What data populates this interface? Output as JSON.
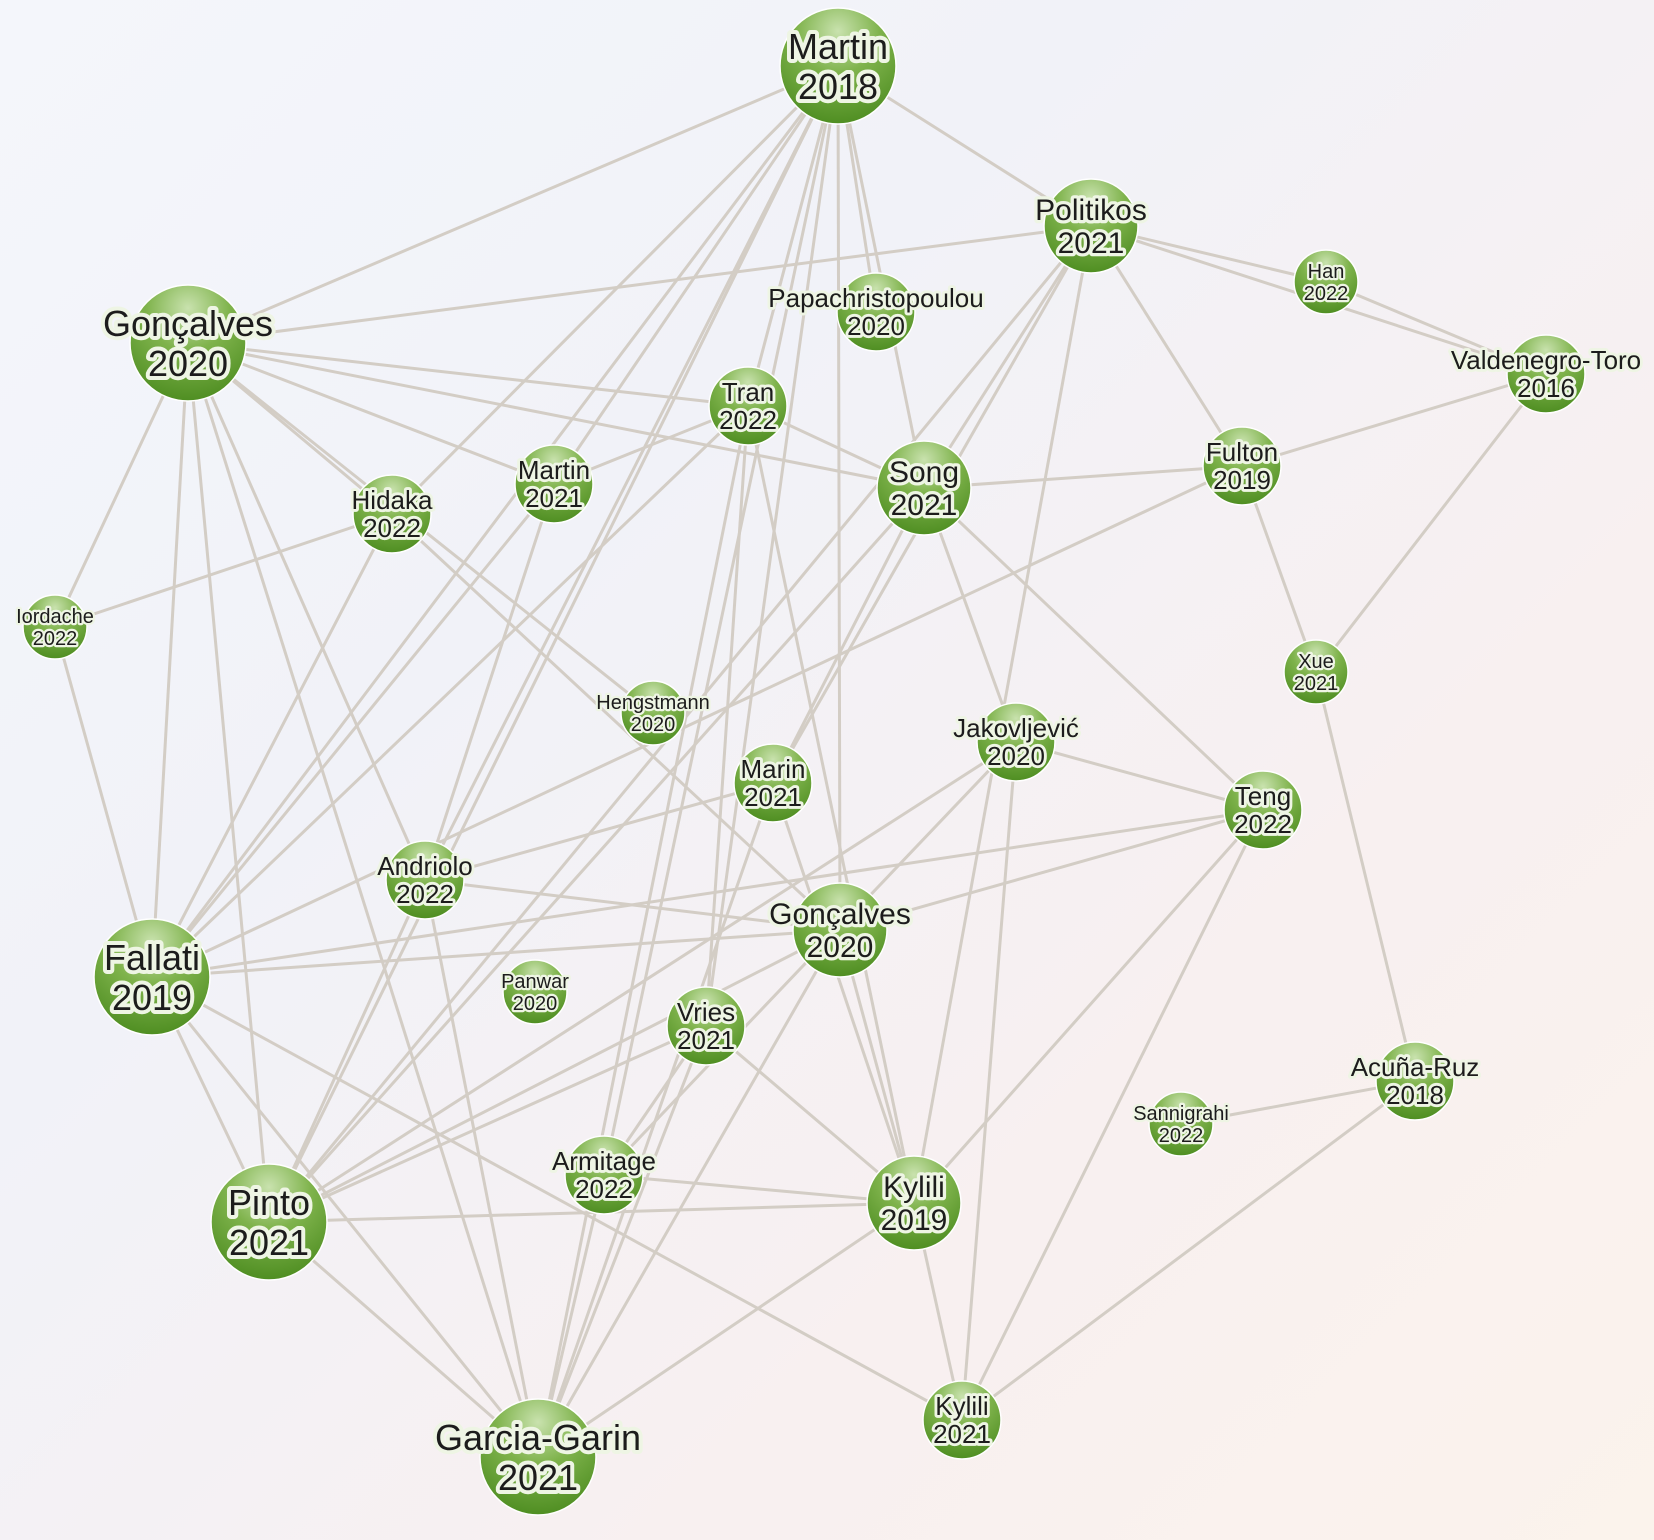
{
  "nodes": [
    {
      "id": "martin2018",
      "name": "Martin",
      "year": "2018",
      "size": "large"
    },
    {
      "id": "politikos2021",
      "name": "Politikos",
      "year": "2021",
      "size": "medium"
    },
    {
      "id": "han2022",
      "name": "Han",
      "year": "2022",
      "size": "tiny"
    },
    {
      "id": "valdenegro2016",
      "name": "Valdenegro-Toro",
      "year": "2016",
      "size": "small"
    },
    {
      "id": "papachristopoulou2020",
      "name": "Papachristopoulou",
      "year": "2020",
      "size": "small"
    },
    {
      "id": "goncalves2020a",
      "name": "Gonçalves",
      "year": "2020",
      "size": "large"
    },
    {
      "id": "tran2022",
      "name": "Tran",
      "year": "2022",
      "size": "small"
    },
    {
      "id": "martin2021",
      "name": "Martin",
      "year": "2021",
      "size": "small"
    },
    {
      "id": "song2021",
      "name": "Song",
      "year": "2021",
      "size": "medium"
    },
    {
      "id": "fulton2019",
      "name": "Fulton",
      "year": "2019",
      "size": "small"
    },
    {
      "id": "hidaka2022",
      "name": "Hidaka",
      "year": "2022",
      "size": "small"
    },
    {
      "id": "iordache2022",
      "name": "Iordache",
      "year": "2022",
      "size": "tiny"
    },
    {
      "id": "xue2021",
      "name": "Xue",
      "year": "2021",
      "size": "tiny"
    },
    {
      "id": "hengstmann2020",
      "name": "Hengstmann",
      "year": "2020",
      "size": "tiny"
    },
    {
      "id": "marin2021",
      "name": "Marin",
      "year": "2021",
      "size": "small"
    },
    {
      "id": "jakovljevic2020",
      "name": "Jakovljević",
      "year": "2020",
      "size": "small"
    },
    {
      "id": "teng2022",
      "name": "Teng",
      "year": "2022",
      "size": "small"
    },
    {
      "id": "andriolo2022",
      "name": "Andriolo",
      "year": "2022",
      "size": "small"
    },
    {
      "id": "goncalves2020b",
      "name": "Gonçalves",
      "year": "2020",
      "size": "medium"
    },
    {
      "id": "fallati2019",
      "name": "Fallati",
      "year": "2019",
      "size": "large"
    },
    {
      "id": "panwar2020",
      "name": "Panwar",
      "year": "2020",
      "size": "tiny"
    },
    {
      "id": "vries2021",
      "name": "Vries",
      "year": "2021",
      "size": "small"
    },
    {
      "id": "acunaruz2018",
      "name": "Acuña-Ruz",
      "year": "2018",
      "size": "small"
    },
    {
      "id": "sannigrahi2022",
      "name": "Sannigrahi",
      "year": "2022",
      "size": "tiny"
    },
    {
      "id": "armitage2022",
      "name": "Armitage",
      "year": "2022",
      "size": "small"
    },
    {
      "id": "kylili2019",
      "name": "Kylili",
      "year": "2019",
      "size": "medium"
    },
    {
      "id": "pinto2021",
      "name": "Pinto",
      "year": "2021",
      "size": "large"
    },
    {
      "id": "kylili2021",
      "name": "Kylili",
      "year": "2021",
      "size": "small"
    },
    {
      "id": "garciagarin2021",
      "name": "Garcia-Garin",
      "year": "2021",
      "size": "large"
    }
  ],
  "edges": [
    [
      "martin2018",
      "goncalves2020a"
    ],
    [
      "martin2018",
      "politikos2021"
    ],
    [
      "martin2018",
      "tran2022"
    ],
    [
      "martin2018",
      "papachristopoulou2020"
    ],
    [
      "martin2018",
      "song2021"
    ],
    [
      "martin2018",
      "martin2021"
    ],
    [
      "martin2018",
      "hidaka2022"
    ],
    [
      "martin2018",
      "goncalves2020b"
    ],
    [
      "martin2018",
      "fallati2019"
    ],
    [
      "martin2018",
      "pinto2021"
    ],
    [
      "martin2018",
      "andriolo2022"
    ],
    [
      "martin2018",
      "vries2021"
    ],
    [
      "martin2018",
      "armitage2022"
    ],
    [
      "politikos2021",
      "han2022"
    ],
    [
      "politikos2021",
      "valdenegro2016"
    ],
    [
      "politikos2021",
      "fulton2019"
    ],
    [
      "politikos2021",
      "song2021"
    ],
    [
      "politikos2021",
      "goncalves2020a"
    ],
    [
      "politikos2021",
      "marin2021"
    ],
    [
      "politikos2021",
      "pinto2021"
    ],
    [
      "politikos2021",
      "kylili2019"
    ],
    [
      "han2022",
      "valdenegro2016"
    ],
    [
      "valdenegro2016",
      "fulton2019"
    ],
    [
      "valdenegro2016",
      "xue2021"
    ],
    [
      "goncalves2020a",
      "tran2022"
    ],
    [
      "goncalves2020a",
      "martin2021"
    ],
    [
      "goncalves2020a",
      "song2021"
    ],
    [
      "goncalves2020a",
      "hidaka2022"
    ],
    [
      "goncalves2020a",
      "iordache2022"
    ],
    [
      "goncalves2020a",
      "fallati2019"
    ],
    [
      "goncalves2020a",
      "pinto2021"
    ],
    [
      "goncalves2020a",
      "andriolo2022"
    ],
    [
      "goncalves2020a",
      "garciagarin2021"
    ],
    [
      "goncalves2020a",
      "hengstmann2020"
    ],
    [
      "tran2022",
      "song2021"
    ],
    [
      "tran2022",
      "martin2021"
    ],
    [
      "tran2022",
      "fallati2019"
    ],
    [
      "tran2022",
      "kylili2019"
    ],
    [
      "tran2022",
      "garciagarin2021"
    ],
    [
      "tran2022",
      "vries2021"
    ],
    [
      "martin2021",
      "fallati2019"
    ],
    [
      "martin2021",
      "andriolo2022"
    ],
    [
      "song2021",
      "fulton2019"
    ],
    [
      "song2021",
      "teng2022"
    ],
    [
      "song2021",
      "jakovljevic2020"
    ],
    [
      "song2021",
      "marin2021"
    ],
    [
      "song2021",
      "pinto2021"
    ],
    [
      "fulton2019",
      "xue2021"
    ],
    [
      "fulton2019",
      "fallati2019"
    ],
    [
      "hidaka2022",
      "iordache2022"
    ],
    [
      "hidaka2022",
      "goncalves2020b"
    ],
    [
      "hidaka2022",
      "fallati2019"
    ],
    [
      "iordache2022",
      "fallati2019"
    ],
    [
      "xue2021",
      "acunaruz2018"
    ],
    [
      "marin2021",
      "andriolo2022"
    ],
    [
      "marin2021",
      "garciagarin2021"
    ],
    [
      "marin2021",
      "kylili2019"
    ],
    [
      "jakovljevic2020",
      "teng2022"
    ],
    [
      "jakovljevic2020",
      "kylili2021"
    ],
    [
      "jakovljevic2020",
      "armitage2022"
    ],
    [
      "jakovljevic2020",
      "pinto2021"
    ],
    [
      "teng2022",
      "fallati2019"
    ],
    [
      "teng2022",
      "goncalves2020b"
    ],
    [
      "teng2022",
      "kylili2021"
    ],
    [
      "teng2022",
      "kylili2019"
    ],
    [
      "andriolo2022",
      "goncalves2020b"
    ],
    [
      "andriolo2022",
      "pinto2021"
    ],
    [
      "andriolo2022",
      "garciagarin2021"
    ],
    [
      "goncalves2020b",
      "fallati2019"
    ],
    [
      "goncalves2020b",
      "pinto2021"
    ],
    [
      "goncalves2020b",
      "garciagarin2021"
    ],
    [
      "goncalves2020b",
      "kylili2019"
    ],
    [
      "fallati2019",
      "pinto2021"
    ],
    [
      "fallati2019",
      "garciagarin2021"
    ],
    [
      "fallati2019",
      "kylili2021"
    ],
    [
      "vries2021",
      "kylili2019"
    ],
    [
      "vries2021",
      "armitage2022"
    ],
    [
      "vries2021",
      "garciagarin2021"
    ],
    [
      "vries2021",
      "pinto2021"
    ],
    [
      "armitage2022",
      "kylili2019"
    ],
    [
      "armitage2022",
      "garciagarin2021"
    ],
    [
      "acunaruz2018",
      "sannigrahi2022"
    ],
    [
      "acunaruz2018",
      "kylili2021"
    ],
    [
      "kylili2019",
      "pinto2021"
    ],
    [
      "kylili2019",
      "kylili2021"
    ],
    [
      "kylili2019",
      "garciagarin2021"
    ],
    [
      "pinto2021",
      "garciagarin2021"
    ]
  ],
  "colors": {
    "node_fill": "#5e9c2c",
    "node_fill_light": "#a9cf86",
    "edge": "#d3cdc5",
    "label_halo": "#eef5e4"
  }
}
